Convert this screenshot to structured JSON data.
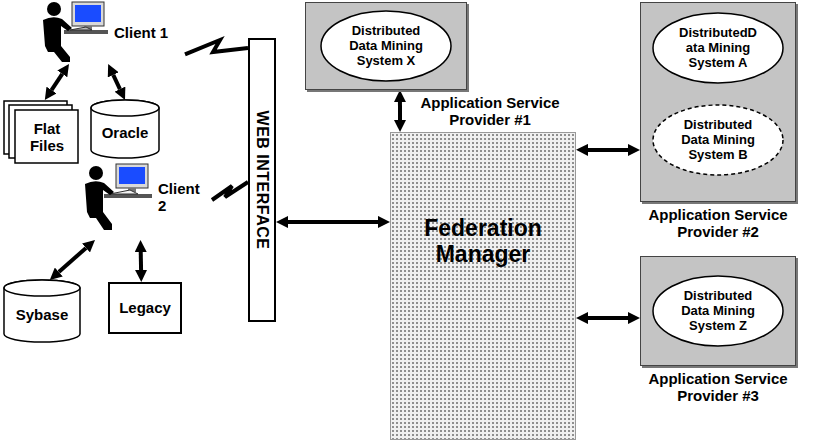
{
  "diagram": {
    "nodes": [
      {
        "text": [
          "Client 1"
        ]
      },
      {
        "text": [
          "Flat Files"
        ]
      },
      {
        "text": [
          "Oracle"
        ]
      },
      {
        "text": [
          "Client 2"
        ]
      },
      {
        "text": [
          "Sybase"
        ]
      },
      {
        "text": [
          "Legacy"
        ]
      },
      {
        "text": [
          "WEB INTERFACE"
        ]
      },
      {
        "text": [
          "Application Service Provider #1"
        ]
      },
      {
        "text": [
          "Distributed Data Mining System X"
        ],
        "in": 7
      },
      {
        "text": [
          "Application Service Provider #2"
        ]
      },
      {
        "text": [
          "DistributedD ata Mining System A"
        ],
        "in": 9
      },
      {
        "text": [
          "Distributed Data Mining System B"
        ],
        "in": 9
      },
      {
        "text": [
          "Federation Manager"
        ]
      },
      {
        "text": [
          "Application Service Provider #3"
        ]
      },
      {
        "text": [
          "Distributed Data Mining System Z"
        ],
        "in": 13
      }
    ],
    "edges": [
      {
        "from": 0,
        "to": 1,
        "arrow": "both"
      },
      {
        "from": 0,
        "to": 2,
        "arrow": "both"
      },
      {
        "from": 0,
        "to": 6,
        "arrow": "none"
      },
      {
        "from": 3,
        "to": 4,
        "arrow": "both"
      },
      {
        "from": 3,
        "to": 5,
        "arrow": "both"
      },
      {
        "from": 3,
        "to": 6,
        "arrow": "none"
      },
      {
        "from": 6,
        "to": 12,
        "arrow": "both"
      },
      {
        "from": 7,
        "to": 12,
        "arrow": "both"
      },
      {
        "from": 12,
        "to": 9,
        "arrow": "both"
      },
      {
        "from": 12,
        "to": 13,
        "arrow": "both"
      }
    ]
  }
}
